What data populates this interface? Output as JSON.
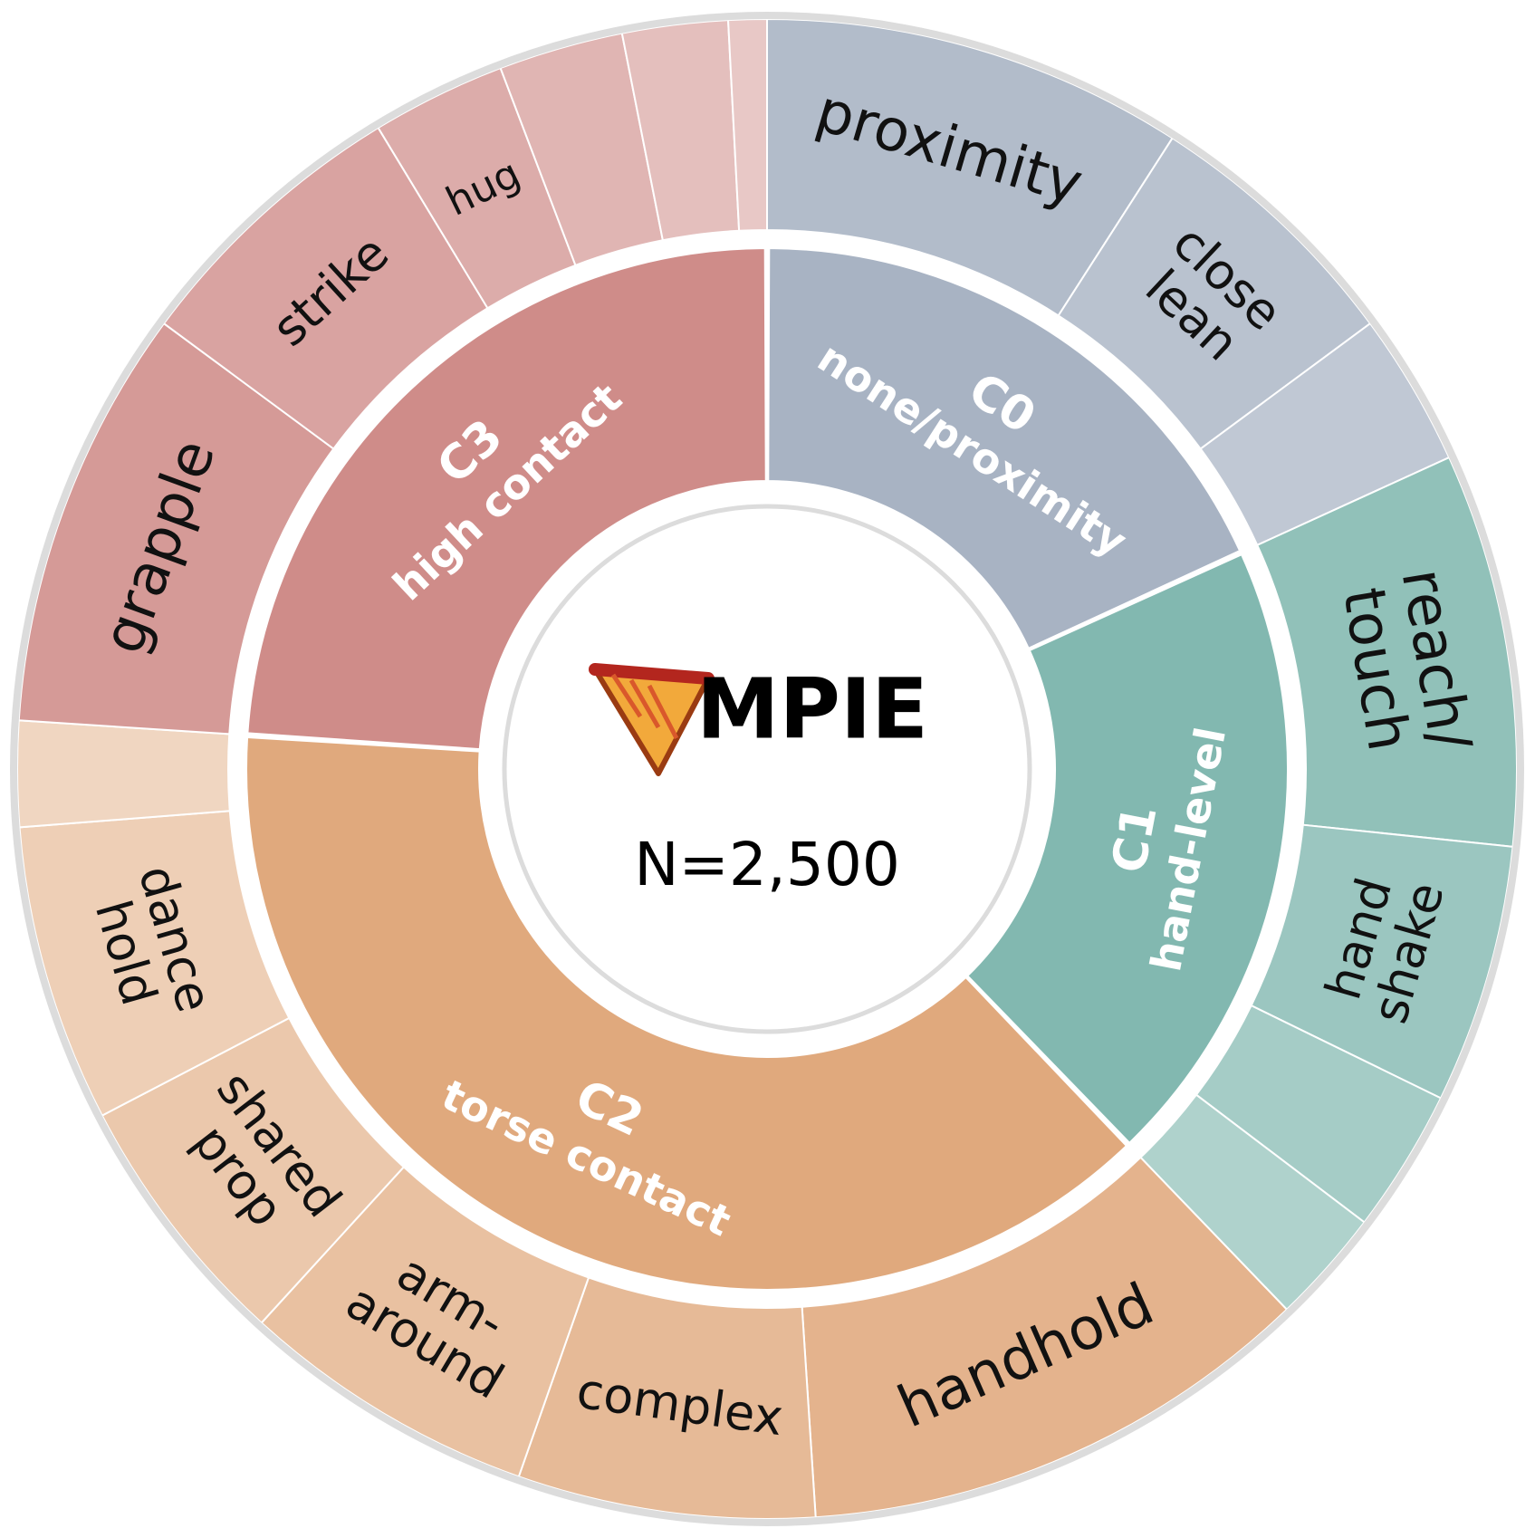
{
  "center": {
    "title": "MPIE",
    "subtitle": "N=2,500",
    "icon": "pie-slice-icon"
  },
  "colors": {
    "c0": "#a8b3c3",
    "c1": "#82b8b0",
    "c2": "#e0a97d",
    "c3": "#cf8c89",
    "ring": "#dcdcdc"
  },
  "chart_data": {
    "type": "sunburst",
    "inner": [
      {
        "id": "c0",
        "code": "C0",
        "name": "none/proximity",
        "value": 300
      },
      {
        "id": "c1",
        "code": "C1",
        "name": "hand-level",
        "value": 360
      },
      {
        "id": "c2",
        "code": "C2",
        "name": "torse contact",
        "value": 880
      },
      {
        "id": "c3",
        "code": "C3",
        "name": "high contact",
        "value": 565
      }
    ],
    "outer": [
      {
        "parent": "c0",
        "label": "proximity",
        "value": 220
      },
      {
        "parent": "c0",
        "label": "close lean",
        "value": 140
      },
      {
        "parent": "c0",
        "label": "",
        "value": 80
      },
      {
        "parent": "c1",
        "label": "reach/ touch",
        "value": 205
      },
      {
        "parent": "c1",
        "label": "hand shake",
        "value": 135
      },
      {
        "parent": "c1",
        "label": "",
        "value": 75
      },
      {
        "parent": "c1",
        "label": "",
        "value": 60
      },
      {
        "parent": "c2",
        "label": "handhold",
        "value": 270
      },
      {
        "parent": "c2",
        "label": "complex",
        "value": 155
      },
      {
        "parent": "c2",
        "label": "arm- around",
        "value": 155
      },
      {
        "parent": "c2",
        "label": "shared prop",
        "value": 135
      },
      {
        "parent": "c2",
        "label": "dance hold",
        "value": 155
      },
      {
        "parent": "c2",
        "label": "",
        "value": 55
      },
      {
        "parent": "c3",
        "label": "grapple",
        "value": 220
      },
      {
        "parent": "c3",
        "label": "strike",
        "value": 150
      },
      {
        "parent": "c3",
        "label": "hug",
        "value": 70
      },
      {
        "parent": "c3",
        "label": "",
        "value": 65
      },
      {
        "parent": "c3",
        "label": "",
        "value": 55
      },
      {
        "parent": "c3",
        "label": "",
        "value": 20
      }
    ]
  }
}
